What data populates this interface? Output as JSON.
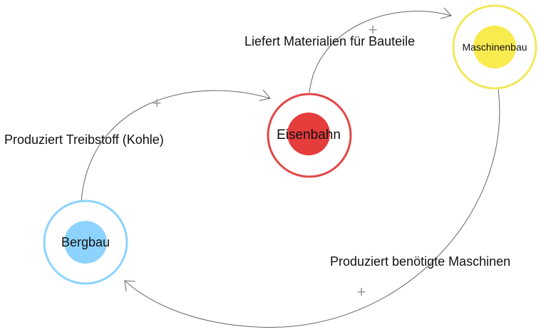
{
  "nodes": {
    "bergbau": {
      "label": "Bergbau",
      "ring_color": "#8dd3ff",
      "fill_color": "#8dd3ff"
    },
    "eisenbahn": {
      "label": "Eisenbahn",
      "ring_color": "#e04848",
      "fill_color": "#e53c3c"
    },
    "maschinenbau": {
      "label": "Maschinenbau",
      "ring_color": "#f2e85c",
      "fill_color": "#f7eb4f"
    }
  },
  "edges": {
    "bergbau_to_eisenbahn": {
      "label": "Produziert Treibstoff (Kohle)",
      "polarity": "+"
    },
    "eisenbahn_to_maschinenbau": {
      "label": "Liefert Materialien für Bauteile",
      "polarity": "+"
    },
    "maschinenbau_to_bergbau": {
      "label": "Produziert benötigte Maschinen",
      "polarity": "+"
    }
  },
  "colors": {
    "edge_stroke": "#666666",
    "polarity": "#9a9a9a"
  }
}
